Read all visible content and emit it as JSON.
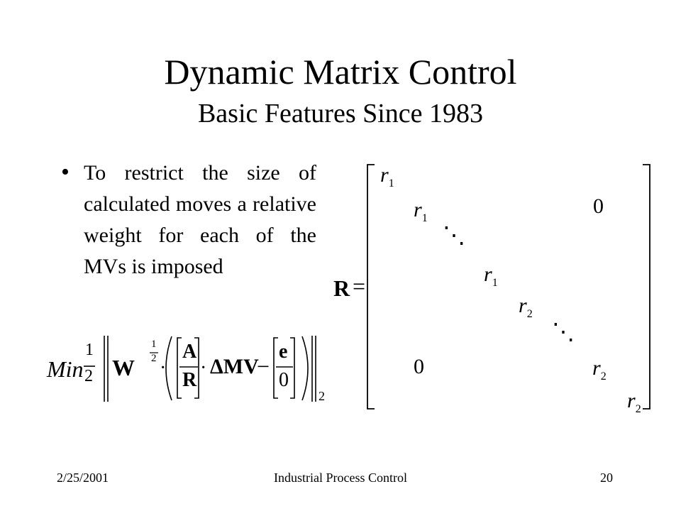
{
  "slide": {
    "title": "Dynamic Matrix Control",
    "subtitle": "Basic Features Since 1983",
    "bullet": {
      "marker": "•",
      "text": "To restrict the size of calculated moves a relative weight for each of the MVs is imposed"
    }
  },
  "formula": {
    "min_word": "Min",
    "one": "1",
    "two": "2",
    "W": "W",
    "exp_num": "1",
    "exp_den": "2",
    "dot1": "·",
    "A": "A",
    "R": "R",
    "dot2": "·",
    "delta_mv": "ΔMV",
    "minus": "−",
    "e": "e",
    "zero": "0",
    "norm_sub": "2"
  },
  "matrix": {
    "lhs": "R",
    "equals": "=",
    "entries": [
      {
        "base": "r",
        "sub": "1"
      },
      {
        "base": "r",
        "sub": "1"
      },
      {
        "base": "r",
        "sub": "1"
      },
      {
        "base": "r",
        "sub": "2"
      },
      {
        "base": "r",
        "sub": "2"
      },
      {
        "base": "r",
        "sub": "2"
      }
    ],
    "zero_upper": "0",
    "zero_lower": "0",
    "ddots": "⋱"
  },
  "footer": {
    "date": "2/25/2001",
    "course": "Industrial Process Control",
    "page": "20"
  }
}
